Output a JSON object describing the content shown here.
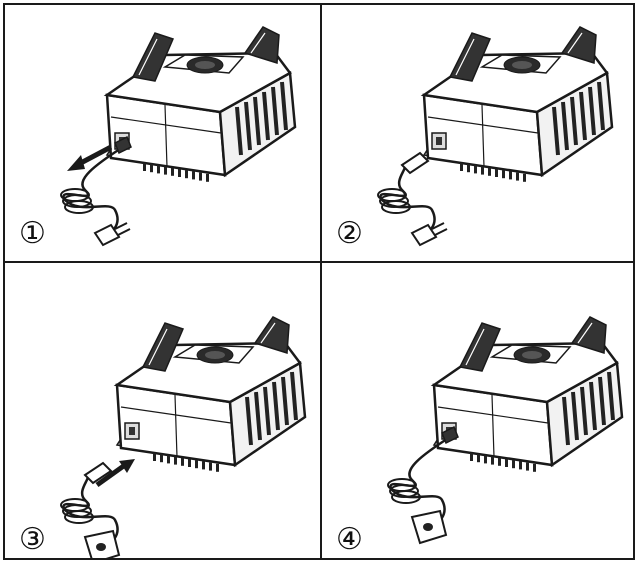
{
  "steps": [
    {
      "number": "①",
      "plug": "euro",
      "arrow": "out"
    },
    {
      "number": "②",
      "plug": "euro",
      "arrow": "none"
    },
    {
      "number": "③",
      "plug": "uk",
      "arrow": "in"
    },
    {
      "number": "④",
      "plug": "uk",
      "arrow": "none"
    }
  ],
  "colors": {
    "line": "#1a1a1a",
    "fill": "#ffffff"
  }
}
